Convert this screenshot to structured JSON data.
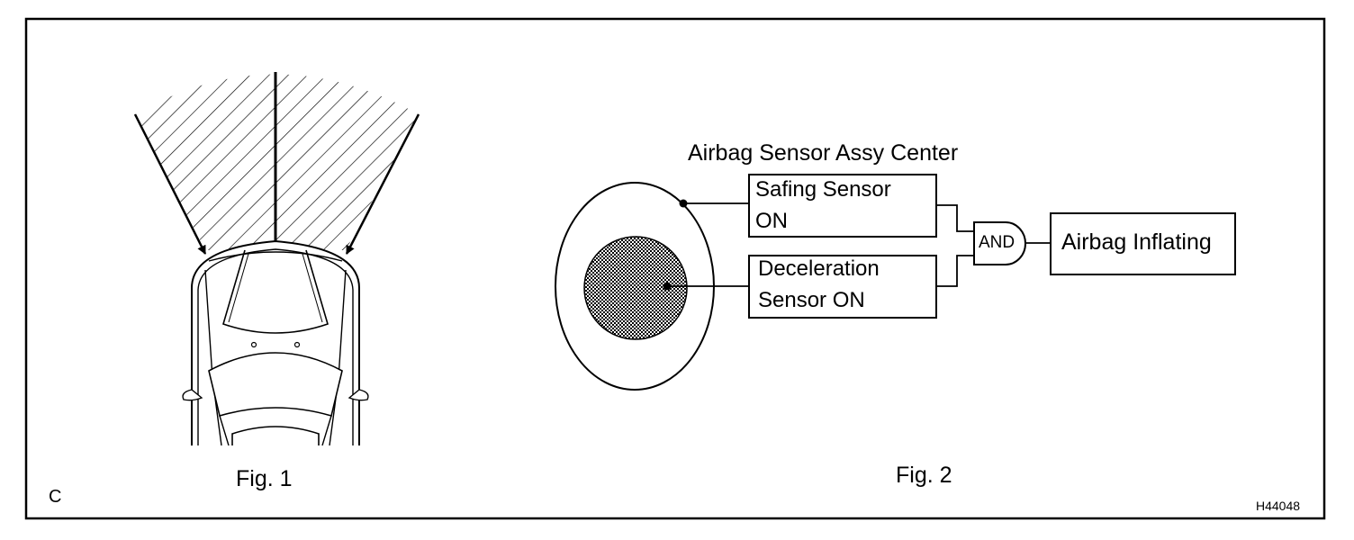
{
  "figure": {
    "fig1_caption": "Fig. 1",
    "fig2_caption": "Fig. 2",
    "corner_letter": "C",
    "figure_code": "H44048"
  },
  "fig2": {
    "title": "Airbag Sensor Assy Center",
    "safing_line1": "Safing Sensor",
    "safing_line2": "ON",
    "decel_line1": "Deceleration",
    "decel_line2": "Sensor ON",
    "gate_label": "AND",
    "output_label": "Airbag Inflating"
  }
}
